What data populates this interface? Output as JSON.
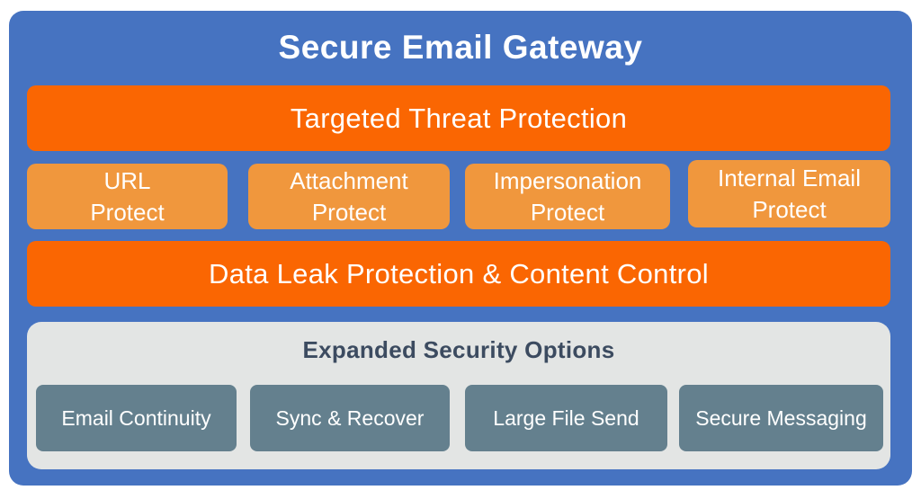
{
  "colors": {
    "page_bg": "#ffffff",
    "container_blue": "#4673C1",
    "bar_orange": "#FA6602",
    "box_orange": "#F0973D",
    "panel_gray": "#E3E5E4",
    "box_slate": "#64808E",
    "heading_dark": "#3C4B60",
    "text_white": "#ffffff"
  },
  "diagram": {
    "title": "Secure Email Gateway",
    "bars": [
      {
        "label": "Targeted Threat Protection"
      },
      {
        "label": "Data Leak Protection & Content Control"
      }
    ],
    "protect_boxes": [
      {
        "line1": "URL",
        "line2": "Protect"
      },
      {
        "line1": "Attachment",
        "line2": "Protect"
      },
      {
        "line1": "Impersonation",
        "line2": "Protect"
      },
      {
        "line1": "Internal Email",
        "line2": "Protect"
      }
    ],
    "expanded": {
      "heading": "Expanded Security Options",
      "options": [
        {
          "label": "Email Continuity"
        },
        {
          "label": "Sync & Recover"
        },
        {
          "label": "Large File Send"
        },
        {
          "label": "Secure Messaging"
        }
      ]
    }
  }
}
